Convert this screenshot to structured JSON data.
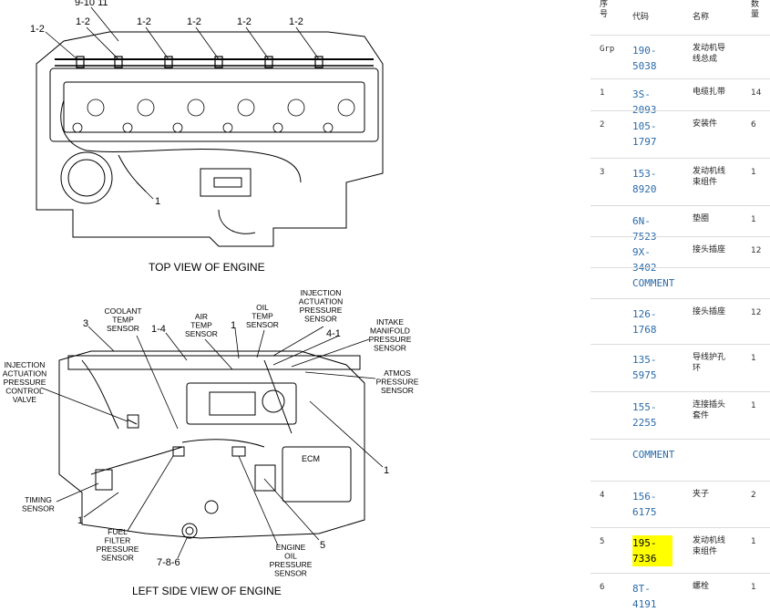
{
  "diagram": {
    "top_view_caption": "TOP VIEW OF ENGINE",
    "side_view_caption": "LEFT SIDE VIEW OF ENGINE",
    "top_labels": [
      "9-10 11",
      "1-2",
      "1-2",
      "1-2",
      "1-2",
      "1-2",
      "1-2",
      "1"
    ],
    "side_labels": {
      "coolant": "COOLANT\nTEMP\nSENSOR",
      "air": "AIR\nTEMP\nSENSOR",
      "oil_temp": "OIL\nTEMP\nSENSOR",
      "inj_act": "INJECTION\nACTUATION\nPRESSURE\nSENSOR",
      "intake": "INTAKE\nMANIFOLD\nPRESSURE\nSENSOR",
      "atmos": "ATMOS\nPRESSURE\nSENSOR",
      "ipcv": "INJECTION\nACTUATION\nPRESSURE\nCONTROL\nVALVE",
      "timing": "TIMING\nSENSOR",
      "fuel": "FUEL\nFILTER\nPRESSURE\nSENSOR",
      "eng_oil": "ENGINE\nOIL\nPRESSURE\nSENSOR",
      "ecm": "ECM",
      "n3": "3",
      "n14": "1-4",
      "n1a": "1",
      "n41": "4-1",
      "n1b": "1",
      "n1c": "1",
      "n786": "7-8-6",
      "n5": "5"
    }
  },
  "parts_table": {
    "headers": {
      "seq": "序\n号",
      "code": "代码",
      "name": "名称",
      "qty": "数\n量"
    },
    "rows": [
      {
        "seq": "Grp",
        "code": "190-\n5038",
        "name": "发动机导\n线总成",
        "qty": ""
      },
      {
        "seq": "1",
        "code": "3S-2093",
        "name": "电缆扎带",
        "qty": "14"
      },
      {
        "seq": "2",
        "code": "105-\n1797",
        "name": "安装件",
        "qty": "6"
      },
      {
        "seq": "3",
        "code": "153-\n8920",
        "name": "发动机线\n束组件",
        "qty": "1"
      },
      {
        "seq": "",
        "code": "6N-7523",
        "name": "垫圈",
        "qty": "1"
      },
      {
        "seq": "",
        "code": "9X-3402",
        "name": "接头插座",
        "qty": "12"
      },
      {
        "seq": "",
        "code": "COMMENT",
        "name": "",
        "qty": ""
      },
      {
        "seq": "",
        "code": "126-\n1768",
        "name": "接头插座",
        "qty": "12"
      },
      {
        "seq": "",
        "code": "135-\n5975",
        "name": "导线护孔\n环",
        "qty": "1"
      },
      {
        "seq": "",
        "code": "155-\n2255",
        "name": "连接插头\n套件",
        "qty": "1"
      },
      {
        "seq": "",
        "code": "COMMENT",
        "name": "",
        "qty": ""
      },
      {
        "seq": "4",
        "code": "156-\n6175",
        "name": "夹子",
        "qty": "2"
      },
      {
        "seq": "5",
        "code": "195-\n7336",
        "name": "发动机线\n束组件",
        "qty": "1"
      },
      {
        "seq": "6",
        "code": "8T-4191",
        "name": "螺栓",
        "qty": "1"
      }
    ]
  }
}
